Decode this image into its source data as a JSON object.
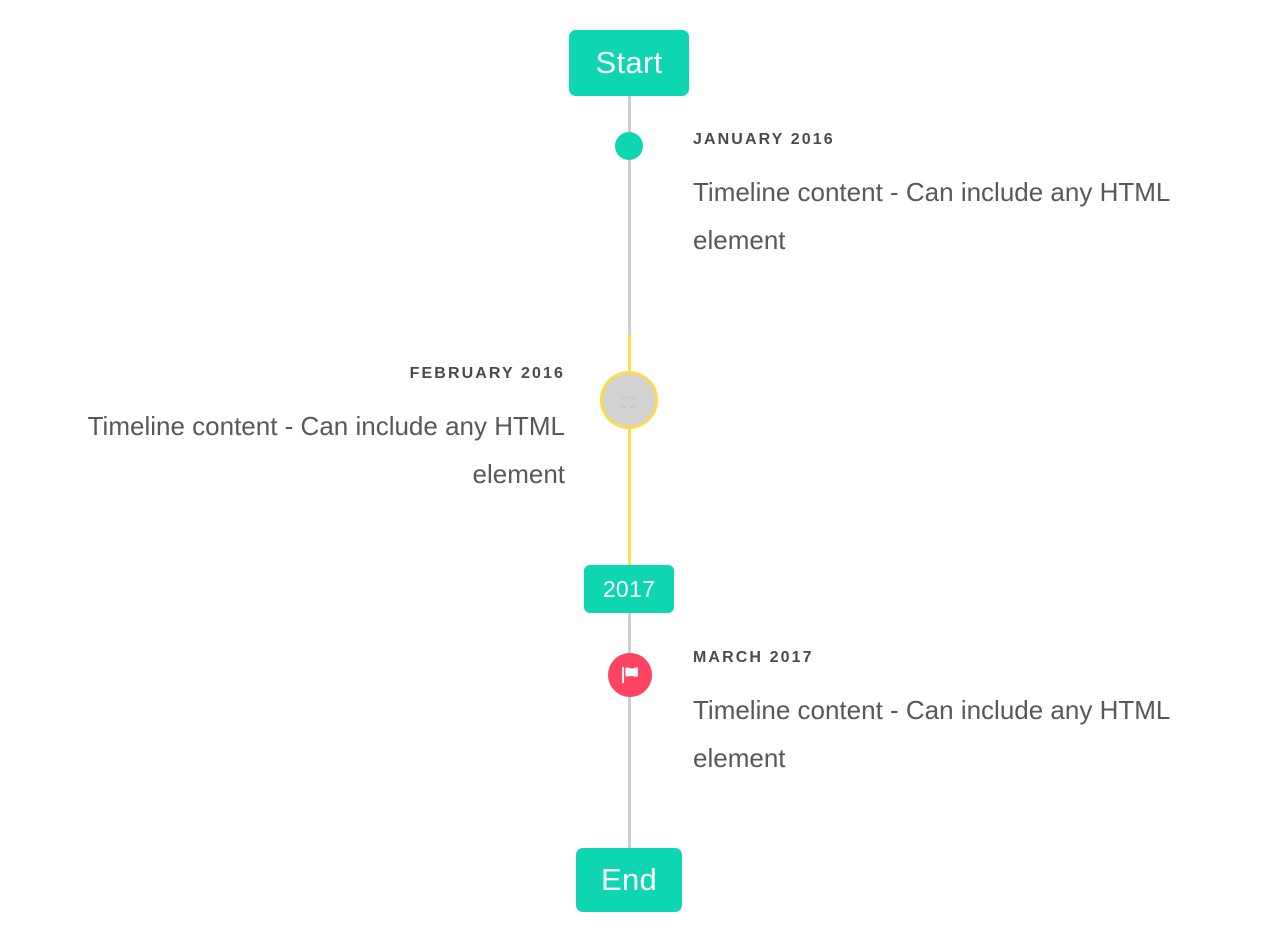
{
  "page": {
    "title": "Vertical Timeline",
    "background_color": "#ffffff"
  },
  "colors": {
    "accent_teal": "#0ed6b0",
    "accent_yellow": "#fcdb4f",
    "accent_pink": "#fc4462",
    "line_grey": "#cfcfcf",
    "marker_grey": "#d2d2d2",
    "text_dark": "#4a4a4a",
    "text_body": "#585858"
  },
  "timeline": {
    "start_badge": {
      "label": "Start",
      "color": "#0ed6b0"
    },
    "year_badge": {
      "label": "2017",
      "color": "#0ed6b0"
    },
    "end_badge": {
      "label": "End",
      "color": "#0ed6b0"
    },
    "entries": [
      {
        "date": "January 2016",
        "body": "Timeline content - Can include any HTML element",
        "side": "right",
        "marker": {
          "type": "dot",
          "icon": "circle-icon",
          "color": "#0ed6b0"
        }
      },
      {
        "date": "February 2016",
        "body": "Timeline content - Can include any HTML element",
        "side": "left",
        "marker": {
          "type": "ring",
          "icon": "missing-glyph-icon",
          "glyph": "␣␣\n␣␣",
          "color": "#d2d2d2",
          "ring_color": "#fcdb4f"
        }
      },
      {
        "date": "March 2017",
        "body": "Timeline content - Can include any HTML element",
        "side": "right",
        "marker": {
          "type": "flag",
          "icon": "flag-icon",
          "color": "#fc4462"
        }
      }
    ],
    "segments": [
      {
        "name": "start-to-february",
        "color": "#cfcfcf"
      },
      {
        "name": "february-to-2017",
        "color": "#fcdb4f"
      },
      {
        "name": "2017-to-end",
        "color": "#cfcfcf"
      }
    ]
  }
}
